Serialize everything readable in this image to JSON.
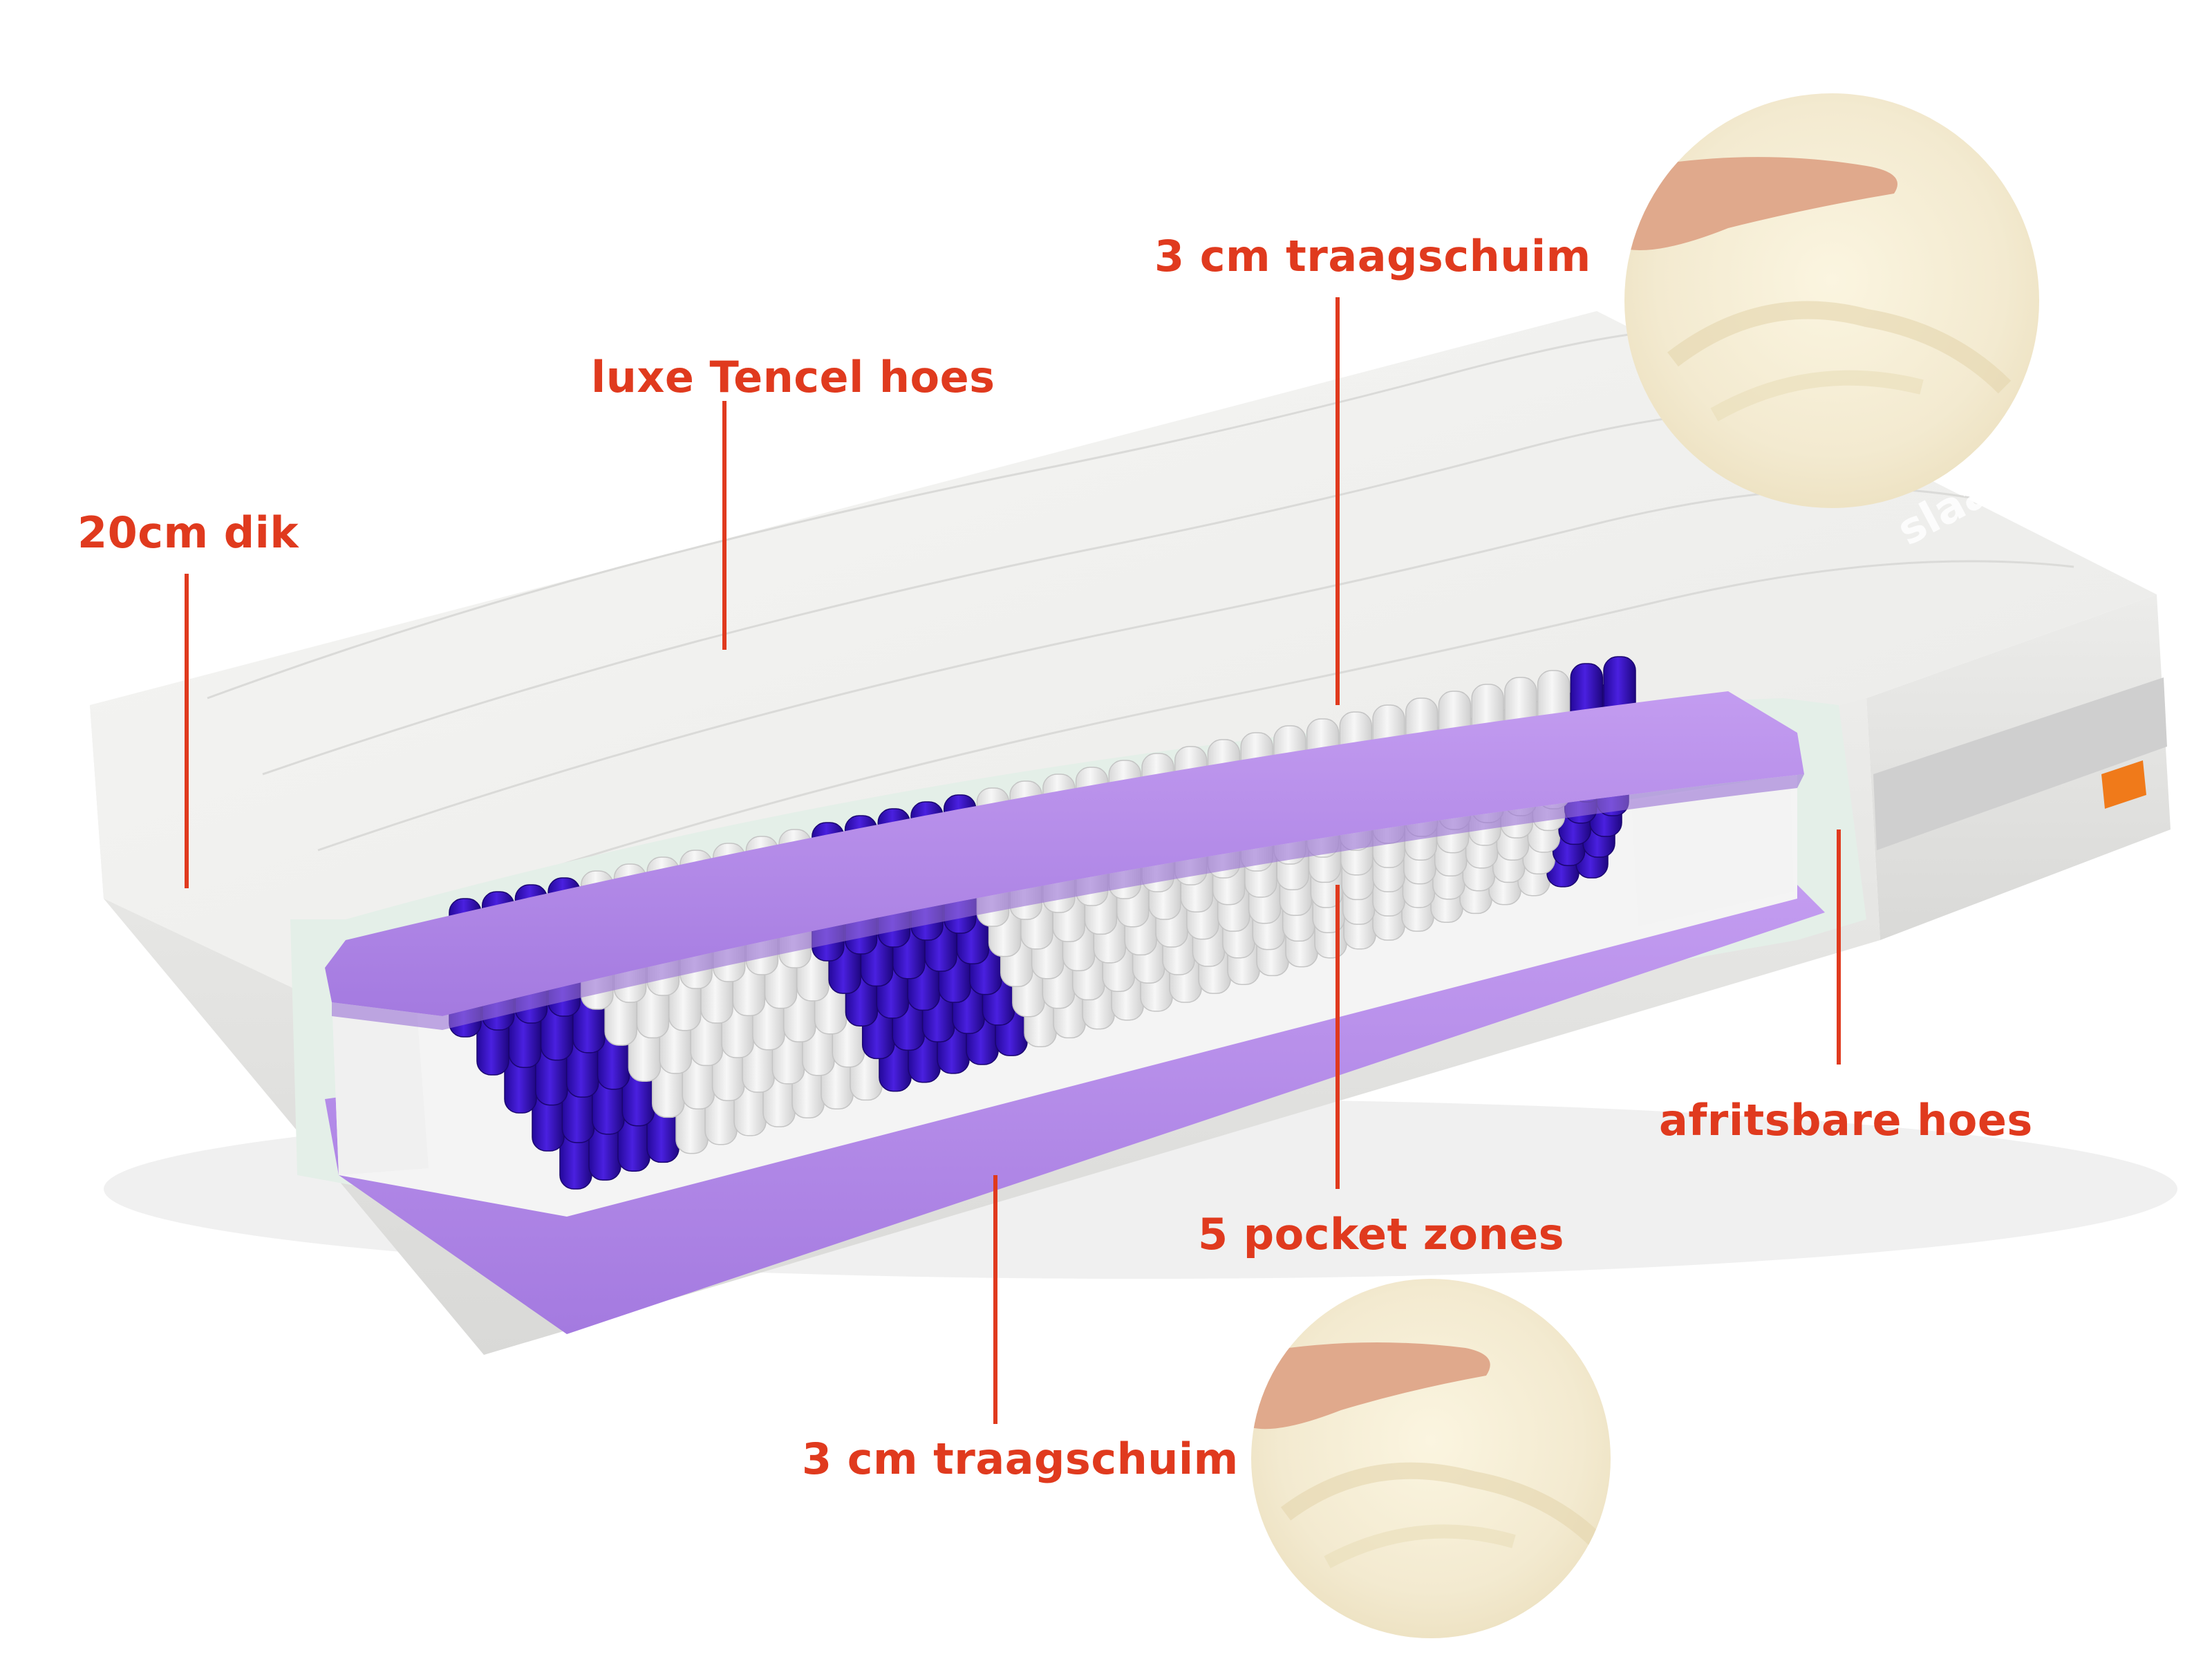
{
  "colors": {
    "accent": "#e03a1e",
    "cover": "#f1f1ef",
    "cover_side": "#e4e4e2",
    "cover_stitch": "#d6d6d4",
    "side_panel": "#e6f0e9",
    "foam": "#b48be8",
    "foam_shadow": "#9a72d6",
    "pocket_white": "#eeeeee",
    "pocket_blue": "#3a12c8",
    "end_block": "#f2f2f2",
    "zip_tab": "#f07a1a",
    "memory_foam": "#f6efd7"
  },
  "brand": {
    "watermark": "slaapleeuw"
  },
  "labels": [
    {
      "id": "thickness",
      "text": "20cm dik"
    },
    {
      "id": "cover",
      "text": "luxe Tencel hoes"
    },
    {
      "id": "top-foam",
      "text": "3 cm traagschuim"
    },
    {
      "id": "zip-cover",
      "text": "afritsbare hoes"
    },
    {
      "id": "pocket-zones",
      "text": "5 pocket zones"
    },
    {
      "id": "bottom-foam",
      "text": "3 cm traagschuim"
    }
  ]
}
